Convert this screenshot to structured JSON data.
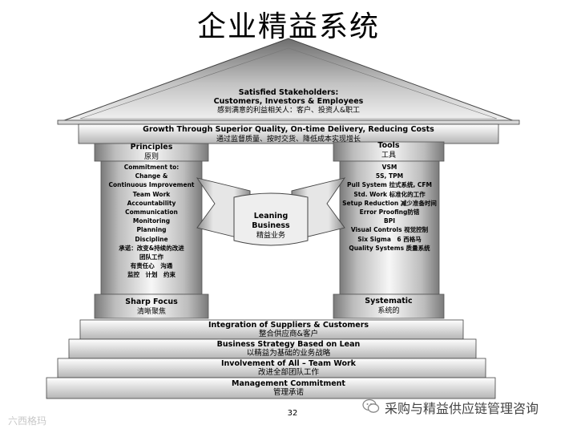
{
  "title": "企业精益系统",
  "roof": {
    "en": "Satisfied Stakeholders:\nCustomers, Investors & Employees",
    "zh": "感到满意的利益相关人：客户、投资人&职工"
  },
  "beam": {
    "en": "Growth Through Superior Quality, On-time Delivery, Reducing Costs",
    "zh": "通过监督质量、按时交货、降低成本实现增长"
  },
  "left_pillar": {
    "heading_en": "Principles",
    "heading_zh": "原则",
    "items": [
      "Commitment to:",
      "Change &",
      "Continuous Improvement",
      "Team Work",
      "Accountability",
      "Communication",
      "Monitoring",
      "Planning",
      "Discipline",
      "承诺：改变&持续的改进",
      "团队工作",
      "有责任心　沟通",
      "监控　计划　约束"
    ],
    "base_en": "Sharp Focus",
    "base_zh": "清晰聚焦"
  },
  "right_pillar": {
    "heading_en": "Tools",
    "heading_zh": "工具",
    "items": [
      "VSM",
      "5S, TPM",
      "Pull System 拉式系统, CFM",
      "Std. Work 标准化的工作",
      "Setup Reduction 减少准备时间",
      "Error Proofing防错",
      "BPI",
      "Visual Controls 视觉控制",
      "Six Sigma　6 西格马",
      "Quality Systems 质量系统"
    ],
    "base_en": "Systematic",
    "base_zh": "系统的"
  },
  "center": {
    "en": "Leaning\nBusiness",
    "zh": "精益业务"
  },
  "steps": [
    {
      "en": "Integration of Suppliers & Customers",
      "zh": "整合供应商&客户"
    },
    {
      "en": "Business Strategy Based on Lean",
      "zh": "以精益为基础的业务战略"
    },
    {
      "en": "Involvement of All – Team Work",
      "zh": "改进全部团队工作"
    },
    {
      "en": "Management Commitment",
      "zh": "管理承诺"
    }
  ],
  "page_number": "32",
  "watermark_right": "采购与精益供应链管理咨询",
  "watermark_left": "六西格玛",
  "colors": {
    "stone_light": "#f4f4f4",
    "stone_mid": "#c9c9c9",
    "stone_dark": "#8a8a8a",
    "outline": "#555555"
  }
}
